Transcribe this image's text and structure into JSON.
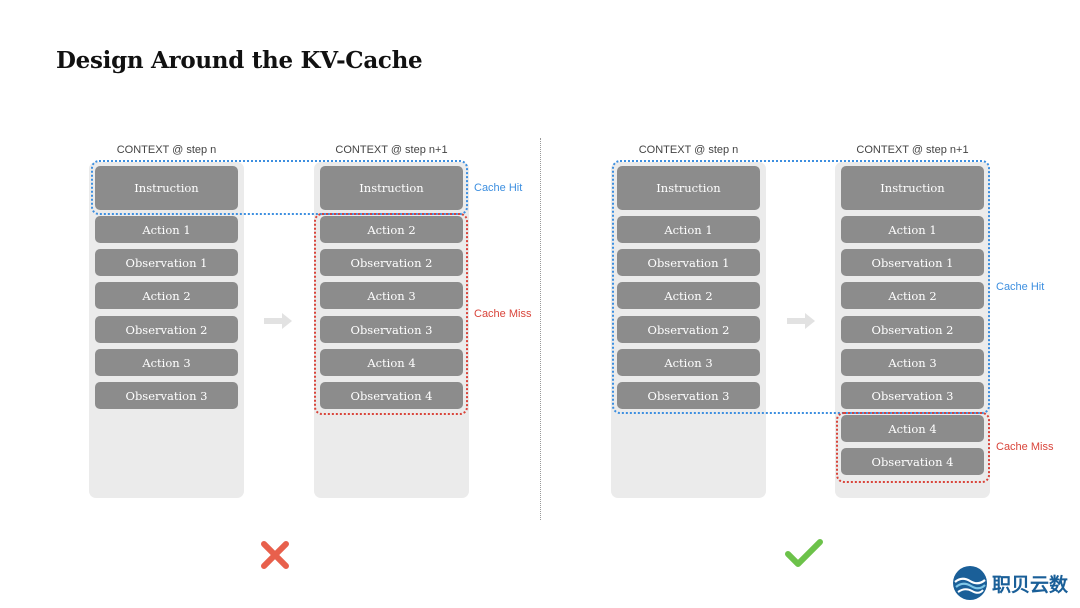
{
  "title": "Design Around the KV-Cache",
  "left": {
    "before": {
      "label": "CONTEXT @ step n",
      "instruction": "Instruction",
      "items": [
        "Action 1",
        "Observation 1",
        "Action 2",
        "Observation 2",
        "Action 3",
        "Observation 3"
      ]
    },
    "after": {
      "label": "CONTEXT @ step n+1",
      "instruction": "Instruction",
      "items": [
        "Action 2",
        "Observation 2",
        "Action 3",
        "Observation 3",
        "Action 4",
        "Observation 4"
      ]
    },
    "cache_hit": "Cache Hit",
    "cache_miss": "Cache Miss",
    "verdict": "cross-icon"
  },
  "right": {
    "before": {
      "label": "CONTEXT @ step n",
      "instruction": "Instruction",
      "items": [
        "Action 1",
        "Observation 1",
        "Action 2",
        "Observation 2",
        "Action 3",
        "Observation 3"
      ]
    },
    "after": {
      "label": "CONTEXT @ step n+1",
      "instruction": "Instruction",
      "items": [
        "Action 1",
        "Observation 1",
        "Action 2",
        "Observation 2",
        "Action 3",
        "Observation 3",
        "Action 4",
        "Observation 4"
      ]
    },
    "cache_hit": "Cache Hit",
    "cache_miss": "Cache Miss",
    "verdict": "check-icon"
  },
  "colors": {
    "hit": "#3d8fe0",
    "miss": "#d9443a",
    "box": "#8c8c8c",
    "column": "#ebebeb",
    "cross": "#e8604c",
    "check": "#6cc24a"
  },
  "logo": {
    "text": "职贝云数"
  }
}
